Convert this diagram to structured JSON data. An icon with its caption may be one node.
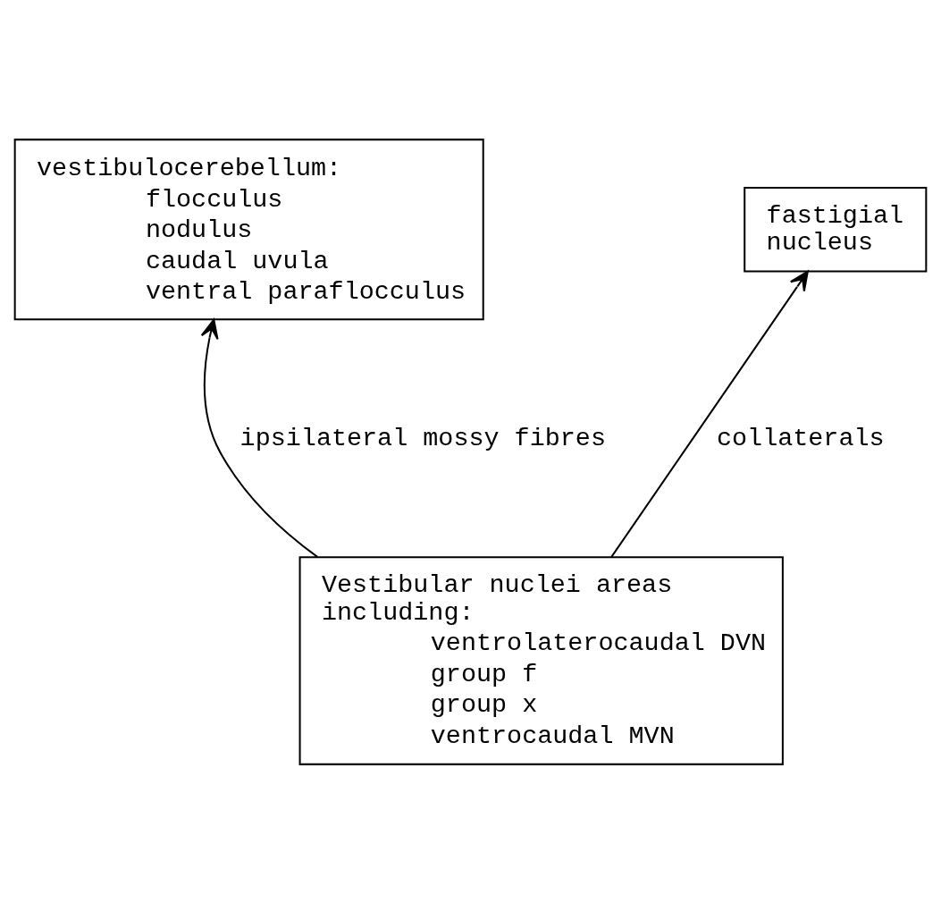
{
  "diagram": {
    "nodes": [
      {
        "text": [
          "vestibulocerebellum:",
          "flocculus",
          "nodulus",
          "caudal uvula",
          "ventral paraflocculus"
        ]
      },
      {
        "text": [
          "fastigial nucleus"
        ]
      },
      {
        "text": [
          "Vestibular nuclei areas including:",
          "ventrolaterocaudal DVN",
          "group f",
          "group x",
          "ventrocaudal MVN"
        ]
      }
    ],
    "edges": [
      {
        "from": 2,
        "to": 0,
        "arrow": "to",
        "label": "ipsilateral mossy fibres"
      },
      {
        "from": 2,
        "to": 1,
        "arrow": "to",
        "label": "collaterals"
      }
    ]
  }
}
